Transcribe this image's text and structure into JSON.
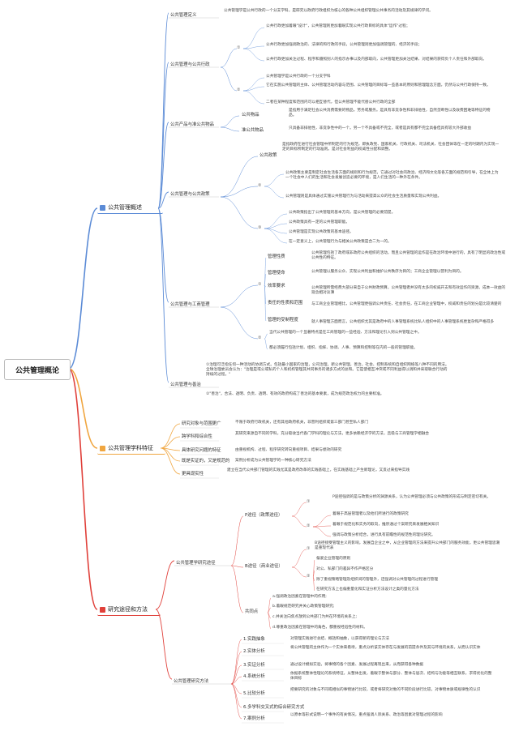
{
  "root": "公共管理概论",
  "main1": {
    "label": "公共管理概述",
    "icon": "bulb-icon",
    "color": "#5b8bd6",
    "s1": {
      "label": "公共管理定义",
      "text": "公共管理学是公共行政的一个分支学科，是研究以政府行政组织为核心的各种公共组织管理公共事务的活动及其规律的学问。"
    },
    "s2": {
      "label": "公共管理与公共行政",
      "b1": "①",
      "b1_items": [
        "公共行政更加着眼\"设计\"，公共管理则更加着眼实现公共行政目标的具体\"运作\"过程；",
        "公共行政更加强调政治的、法律的和行政的手段，公共管理则更加强调管理的、经济的手段；",
        "公共行政更加关注过程、程序和遵照别人的指示办事以及内部取向，公共管理更加关注结果、对结果的获得负个人责任和外部取向。"
      ],
      "b2": "②",
      "b2_items": [
        "公共管理学是公共行政的一个分支学科",
        "它在实施公共管理的主体、公共管理活动内容与范围、公共管理的目标等一些基本的原则和管理理念方面，仍然与公共行政保持一致。",
        "二者在某种程度和范围内可以相互替代，但公共管理不能代替公共行政的全部"
      ]
    },
    "s3": {
      "label": "公共产品与准公共物品",
      "items": [
        {
          "label": "公共物品",
          "text": "是指用于满足社会公共消费需要的物品，劳务或服务。是具有非竞争性和非排他性，自然垄断性以及收费困难等特征的物品。"
        },
        {
          "label": "准公共物品",
          "text": "只具备非排他性，非竞争性中的一个。另一个不具备或不完全，或者是具有都不完全具备但具有较大外部收益"
        }
      ]
    },
    "s4": {
      "label": "公共管理与公共政策",
      "pol_label": "公共政策",
      "pol_text": "是指政府在进行社会管理中所制定的行为规范，即执政党、国家机关、行政机关、司法机关、社会团体等在一定的时期内为实现一定的目标所制定的行动准则。是对社会利益的权威性分配和调整。",
      "b2": "②",
      "b2_items": [
        "公共政策主要是制定社会生活各方面的规则和行为规范，它通过对社会的政治、经济和文化等各方面的规范和引导，在全体上为一个社会中人们的生活和社会发展创造必要的环境，是人们生活的一种外在条件。",
        "公共管理则是具体通过实施公共管理行为与活动来提高公众的社会生活质量和实现公共利益。"
      ],
      "b3": "③",
      "b3_items": [
        "公共政策指出了公共管理的基本方向，是公共管理的必要前提。",
        "公共政策具有一定的公共管理职能。",
        "公共管理是实现公共政策的基本途径。",
        "在一定意义上，公共管理行为与相关公共政策是合二为一的。"
      ]
    },
    "s5": {
      "label": "公共管理与工商管理",
      "b1": "①",
      "b1_items": [
        {
          "label": "管理性质",
          "text": "公共管理包括了政府或非政府公共组织的活动，而且公共管理的运作是在政治环境中进行的，具有了明显的政治性或公共性的特征。"
        },
        {
          "label": "管理使命",
          "text": "公共管理以服务公众、实现公共利益和维护公共秩序为目的；工商企业管理以营利为目的。"
        },
        {
          "label": "效率要求",
          "text": "公共管理所需经费大部分来自于公共财政预算，公共管理者并没有太多的权威开支和有效运作的资源。成本一效益的观念相对淡薄"
        },
        {
          "label": "责任的性质和范围",
          "text": "与工商企业管理相比，公共管理更强调公共责任、社会责任，在工商企业管理中，权威和责任的划分是比较清楚的"
        },
        {
          "label": "管理的受制程度",
          "text": "就人事管理方面而言，公共组织尤其是政府中的人事管理系统比私人组织中的人事管理系统更复杂和严格得多"
        }
      ],
      "b2": "②",
      "b2_items": [
        "当代公共管理的一个显著特点是在工商管理的一些经验、方法和理论引入到公共管理之中。",
        "都必须履行包括计划、组织、指挥、协调、人事、预算和控制等在内的一般的管理职能。"
      ]
    },
    "s6": {
      "label": "公共管理与善治",
      "items": [
        "①治理可泛指任何一种活动的协调方式。包括最小国家的治理，公司治理，新公共管理，善治，社会、控制系统和自组织网络等八种不同的用法。全球治理委员会认为：\"治理是或公或私的个人和机构管理其共同事务的诸多方式的总和。它是使相互冲突或不同利益得以调和并采取联合行动的持续的过程。\"",
        "②\"善治\"，合法、透明、负责、透明、有效的政府构成了善治的基本要素，成为规范政治权力的主要标准。"
      ]
    }
  },
  "main2": {
    "label": "公共管理学科特征",
    "icon": "bulb-icon",
    "color": "#f0a640",
    "items": [
      {
        "label": "研究对象与范围更广",
        "text": "不限于政府行政机关，还有其他政府机关，非营利组织或第三部门甚至私人部门"
      },
      {
        "label": "跨学科和综合性",
        "text": "其研究来源自不同的学科，充分吸收当代各门学科的理论与方法，更多依赖经济学的方法，且吸与工商管理学相融合"
      },
      {
        "label": "具体研究问题的特征",
        "text": "由重视机构、过程、程序研究转向重视项目、结果与绩效的研究"
      },
      {
        "label": "既是实证的，又是规范的",
        "text": "案例分析成为公共管理学的一种核心研究方法"
      },
      {
        "label": "更具现实性",
        "text": "建立在当代公共部门管理的实践尤其是政府改革的实践基础上，在实践基础上产生新理论，又反过来指导实践"
      }
    ]
  },
  "main3": {
    "label": "研究途径和方法",
    "icon": "flag-icon",
    "color": "#e0403a",
    "s1": {
      "label": "公共管理学研究途径",
      "p": {
        "label": "P途径（政策途径）",
        "b1": "①",
        "b1_text": "P途径强调的是与政策分析的渊源关系，认为公共管理必须与公共政策的形成与制定密切有关。",
        "b2": "②",
        "b2_items": [
          "着眼于高层管理者以及他们所进行的政策研究",
          "着眼于规范化和实务的取向，推崇通过个案研究来发展相关知识",
          "强调与政策分析结合，进行具有前瞻性的规范性的理论研究。"
        ]
      },
      "bp": {
        "label": "B途径（商业途径）",
        "b1": "①",
        "b1_text": "B途径接受管理主义的影响，发展自企业之中，从企业管理的方法来提升公共部门的服务效能，更公共管理思潮是重现代表",
        "b2": "②",
        "b2_items": [
          "偏爱企业管理的原则",
          "对公、私部门的差异不作严格区分",
          "除了重视策略管理及组织间的管理外，还强调对公共管理的过程进行管理",
          "在研究方法上也偏重量化和实证分析方法设计之类的量化方法"
        ]
      },
      "common": {
        "label": "共同点",
        "items": [
          "a.强调政治因素在管理中的作用;",
          "b.着眼规范研究并关心政策管理研究;",
          "c.并关注向焦点放到公共部门为共在环境的关系上;",
          "d.尊重政治因素在管理中的角色，都重视经验性的材料。"
        ]
      }
    },
    "s2": {
      "label": "公共管理研究方法",
      "items": [
        {
          "label": "1.实践抽象",
          "text": "对管理实践进行总结、概括和抽象，以获得新的理论与方法"
        },
        {
          "label": "2.实体分析",
          "text": "将公共管理的主体作为一个实体来看待，重点分析该实体存在与发展的前提条件及其与环境的关系，从而认识实体"
        },
        {
          "label": "3.实证分析",
          "text": "通过设计模拟实验，将事物的各个因素、发展过程再现出来，从而获得各种数据"
        },
        {
          "label": "4.系统分析",
          "text": "依据系统整体性理论的系统特征，从整体出发，着眼于整体与部分、整体与层次、结构与功能等相互联系，求得优化的整体目标"
        },
        {
          "label": "5.比较分析",
          "text": "把要研究的对象与不同或相似的事物进行比较，或者将研究对象的不同阶段进行比较，对事物本质或规律性的认识"
        },
        {
          "label": "6.多学科交叉式的综合研究方式",
          "text": ""
        },
        {
          "label": "7.案例分析",
          "text": "以原本等形式说明一个事件的有关情况，重点强调人际关系、政治等因素对管理过程的影响"
        }
      ]
    }
  }
}
